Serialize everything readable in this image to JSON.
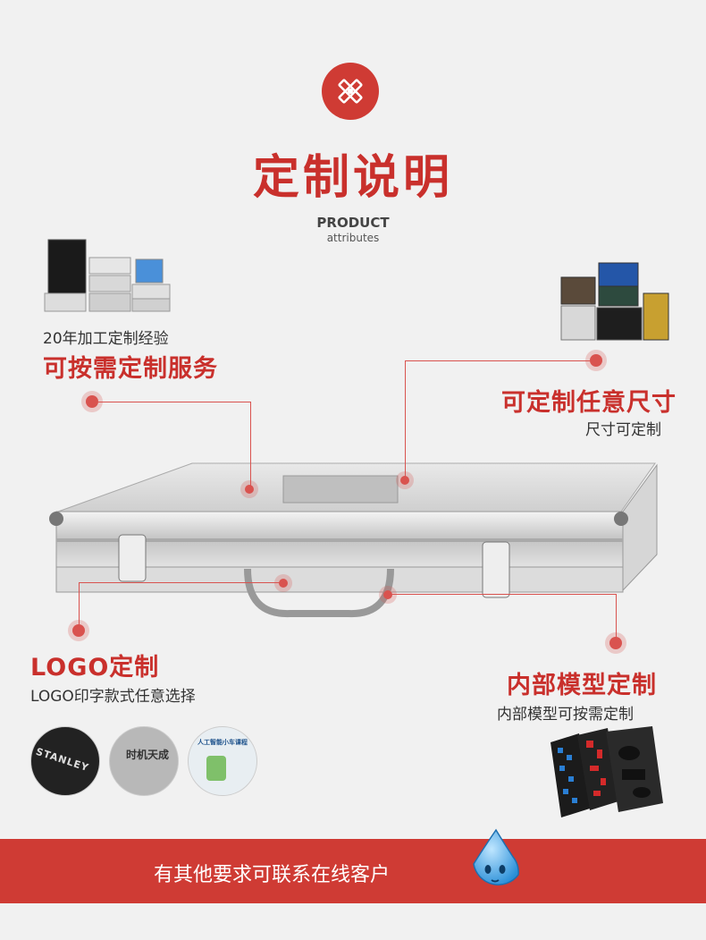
{
  "header": {
    "title": "定制说明",
    "subtitle": "PRODUCT",
    "subtitle_sub": "attributes"
  },
  "features": {
    "experience": {
      "small": "20年加工定制经验",
      "big": "可按需定制服务"
    },
    "size": {
      "big": "可定制任意尺寸",
      "small": "尺寸可定制"
    },
    "logo": {
      "big": "LOGO定制",
      "small": "LOGO印字款式任意选择"
    },
    "interior": {
      "big": "内部模型定制",
      "small": "内部模型可按需定制"
    }
  },
  "logo_samples": {
    "sample1": "STANLEY",
    "sample2": "时机天成",
    "sample3": "人工智能小车课程"
  },
  "banner": {
    "text": "有其他要求可联系在线客户"
  },
  "colors": {
    "accent": "#c9302c",
    "banner": "#cf3b34",
    "background": "#f1f1f1"
  },
  "icons": [
    "pencil-ruler-icon",
    "chat-bubble-mascot-icon"
  ]
}
